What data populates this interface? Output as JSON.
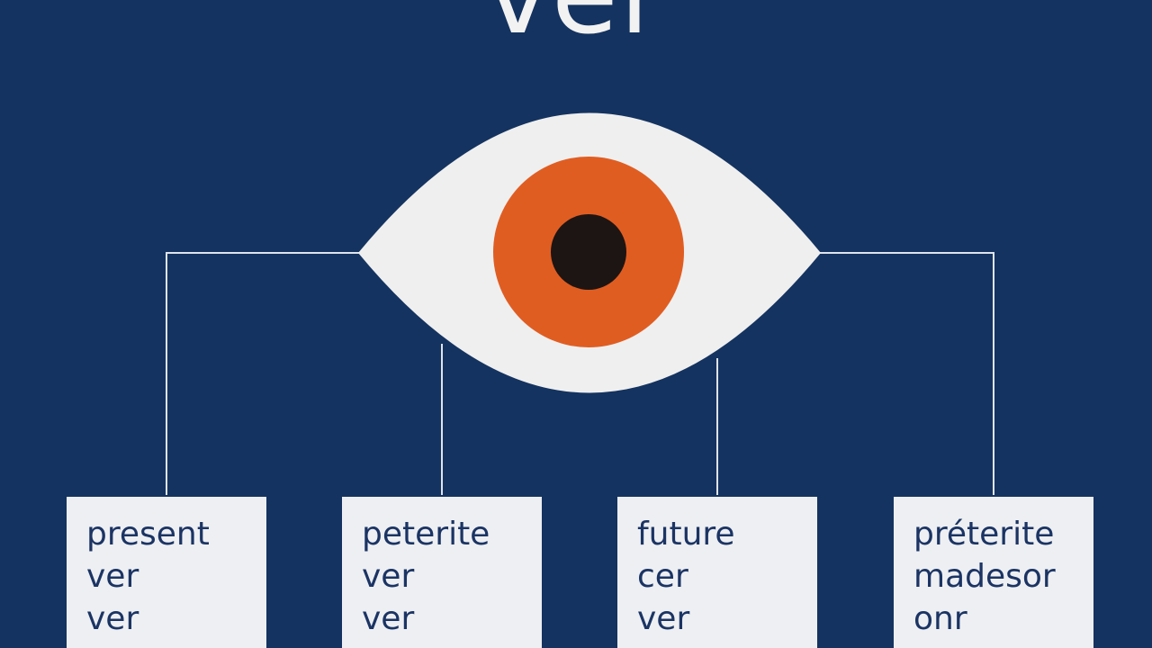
{
  "title": "ver",
  "colors": {
    "background": "#143360",
    "eye_white": "#efefef",
    "iris": "#e05d22",
    "pupil": "#1d1513",
    "connector": "#dfe4ec",
    "card": "#eeeff2",
    "card_text": "#1b3464"
  },
  "cards": [
    {
      "lines": [
        "present",
        "ver",
        "ver"
      ]
    },
    {
      "lines": [
        "peterite",
        "ver",
        "ver"
      ]
    },
    {
      "lines": [
        "future",
        "cer",
        "ver"
      ]
    },
    {
      "lines": [
        "préterite",
        "madesor",
        "onr"
      ]
    }
  ]
}
